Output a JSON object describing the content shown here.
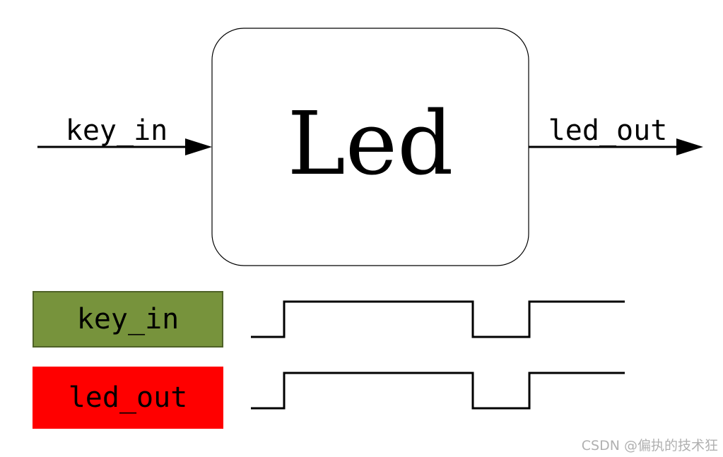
{
  "block": {
    "title": "Led"
  },
  "ports": {
    "input_label": "key_in",
    "output_label": "led_out"
  },
  "timing": {
    "signals": [
      {
        "name": "key_in",
        "color": "#77933c",
        "border": "#4f6228",
        "levels": [
          0,
          1,
          0,
          1
        ]
      },
      {
        "name": "led_out",
        "color": "#ff0000",
        "border": "#ff0000",
        "levels": [
          0,
          1,
          0,
          1
        ]
      }
    ]
  },
  "watermark": "CSDN @偏执的技术狂"
}
